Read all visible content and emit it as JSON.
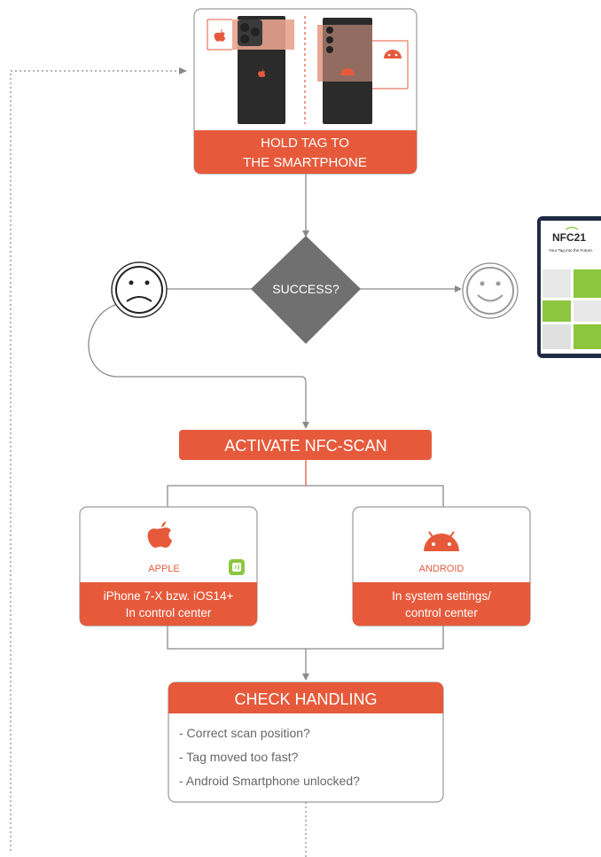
{
  "diagram": {
    "hold_box": {
      "line1": "HOLD TAG TO",
      "line2": "THE SMARTPHONE"
    },
    "decision": {
      "label": "SUCCESS?"
    },
    "activate": {
      "label": "ACTIVATE NFC-SCAN"
    },
    "apple": {
      "title": "APPLE",
      "line1": "iPhone 7-X bzw. iOS14+",
      "line2": "In control center"
    },
    "android": {
      "title": "ANDROID",
      "line1": "In system settings/",
      "line2": "control center"
    },
    "check": {
      "title": "CHECK HANDLING",
      "items": [
        "- Correct scan position?",
        "- Tag moved too fast?",
        "- Android Smartphone unlocked?"
      ]
    },
    "tablet": {
      "logo": "NFC21",
      "tagline": "Your Tag into the Future."
    }
  },
  "colors": {
    "accent": "#e65a3b",
    "diamond": "#707070",
    "phone": "#2b2b2b",
    "line": "#8a8a8a",
    "border": "#9a9a9a",
    "green": "#8cc63f"
  },
  "icons": [
    "apple-icon",
    "android-icon",
    "sad-face-icon",
    "happy-face-icon",
    "nfc-icon"
  ]
}
